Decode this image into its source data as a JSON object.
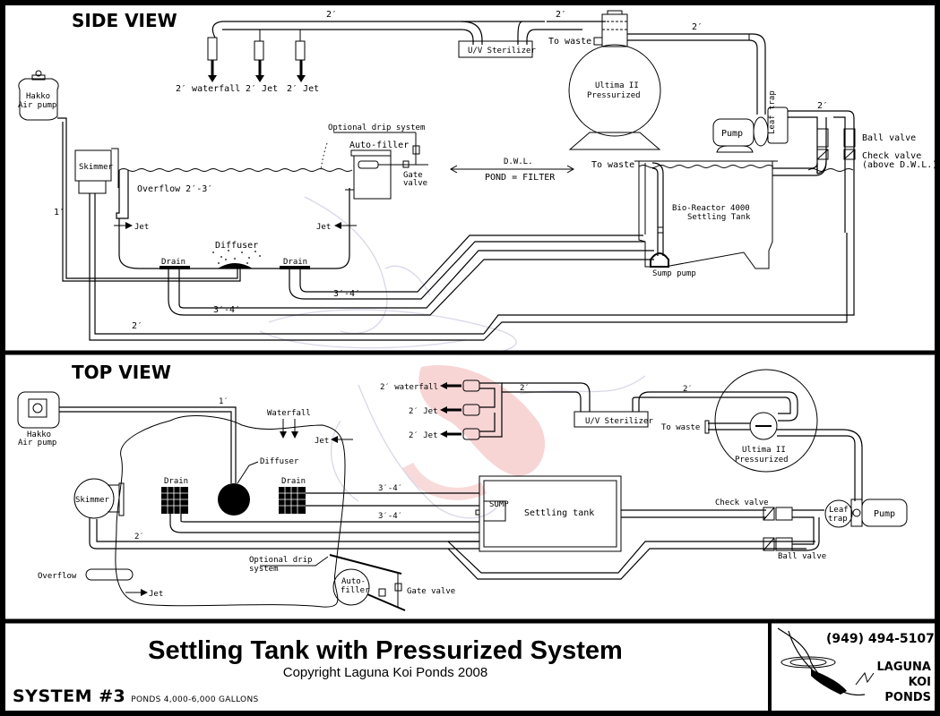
{
  "side_view": {
    "title": "SIDE VIEW",
    "labels": {
      "waterfall": "2′ waterfall",
      "jet1": "2′ Jet",
      "jet2": "2′ Jet",
      "pipe_top_left": "2′",
      "pipe_top_mid": "2′",
      "pipe_top_right": "2′",
      "pipe_pump_out": "2′",
      "uv": "U/V Sterilizer",
      "to_waste_top": "To waste",
      "ultima_line1": "Ultima II",
      "ultima_line2": "Pressurized",
      "pump": "Pump",
      "leaf_trap": "Leaf trap",
      "ball_valve": "Ball valve",
      "check_valve_line1": "Check valve",
      "check_valve_line2": "(above D.W.L.)",
      "air_pump_line1": "Hakko",
      "air_pump_line2": "Air pump",
      "skimmer": "Skimmer",
      "overflow": "Overflow 2′-3′",
      "air_line": "1′",
      "jet_left": "Jet",
      "jet_right": "Jet",
      "drip": "Optional drip system",
      "autofiller": "Auto-filler",
      "gate_line1": "Gate",
      "gate_line2": "valve",
      "dwl": "D.W.L.",
      "pond_filter": "POND = FILTER",
      "to_waste_tank": "To waste",
      "bio_line1": "Bio-Reactor 4000",
      "bio_line2": "Settling Tank",
      "sump_pump": "Sump pump",
      "diffuser": "Diffuser",
      "drain_left": "Drain",
      "drain_right": "Drain",
      "drain_pipe_left": "3′-4′",
      "drain_pipe_right": "3′-4′",
      "skimmer_pipe": "2′"
    }
  },
  "top_view": {
    "title": "TOP VIEW",
    "labels": {
      "air_pump_line1": "Hakko",
      "air_pump_line2": "Air pump",
      "air_line": "1′",
      "waterfall": "Waterfall",
      "jet_top": "Jet",
      "diffuser": "Diffuser",
      "drain_left": "Drain",
      "drain_right": "Drain",
      "skimmer": "Skimmer",
      "skimmer_pipe": "2′",
      "overflow": "Overflow",
      "jet_bottom": "Jet",
      "drip_line1": "Optional drip",
      "drip_line2": "system",
      "autofiller_line1": "Auto-",
      "autofiller_line2": "filler",
      "gate_valve": "Gate valve",
      "out_waterfall": "2′ waterfall",
      "out_jet1": "2′ Jet",
      "out_jet2": "2′ Jet",
      "pipe_uv_left": "2′",
      "pipe_uv_right": "2′",
      "uv": "U/V Sterilizer",
      "to_waste": "To waste",
      "ultima_line1": "Ultima II",
      "ultima_line2": "Pressurized",
      "drain_pipe1": "3′-4′",
      "drain_pipe2": "3′-4′",
      "settling_tank": "Settling tank",
      "sump": "SUMP",
      "check_valve": "Check valve",
      "ball_valve": "Ball valve",
      "leaf_trap_line1": "Leaf",
      "leaf_trap_line2": "trap",
      "pump": "Pump"
    }
  },
  "footer": {
    "title": "Settling Tank with Pressurized System",
    "copyright": "Copyright Laguna Koi Ponds 2008",
    "system": "SYSTEM #3",
    "system_sub": "PONDS 4,000-6,000 GALLONS",
    "phone": "(949) 494-5107",
    "brand_line1": "LAGUNA",
    "brand_line2": "KOI",
    "brand_line3": "PONDS"
  },
  "colors": {
    "line": "#000000",
    "watermark_outline": "#d8d8e8",
    "watermark_fill": "#f4c4c4"
  }
}
